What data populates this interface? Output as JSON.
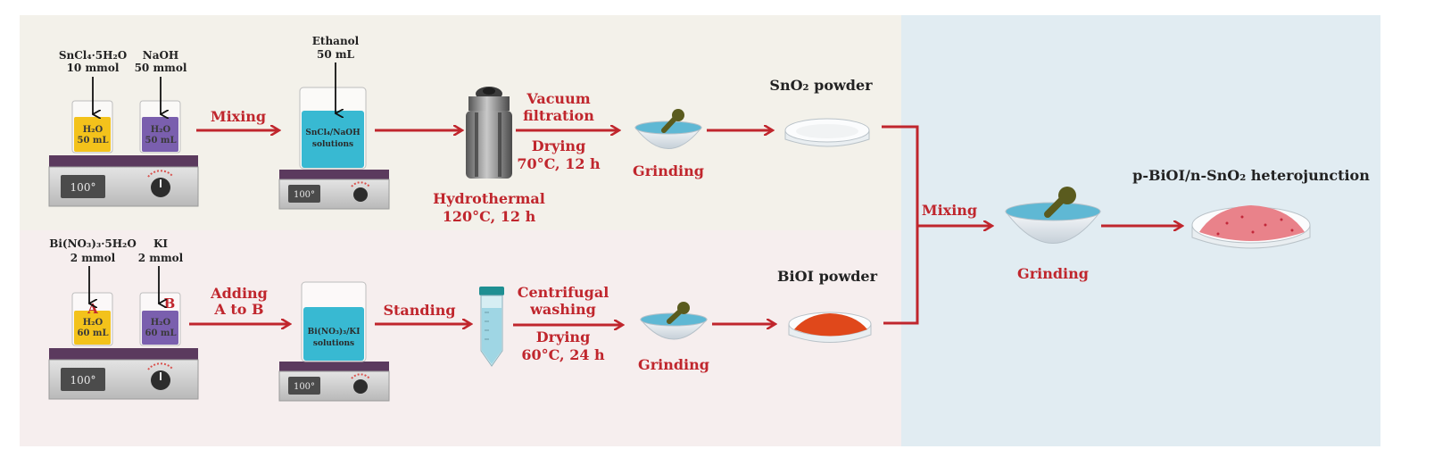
{
  "colors": {
    "arrow_red": "#c0262d",
    "top_panel_bg": "#f3f1ea",
    "bottom_panel_bg": "#f6eeee",
    "right_panel_bg": "#e1ecf2",
    "beaker_yellow": "#f3c21b",
    "beaker_purple": "#7a5fae",
    "beaker_cyan": "#38b9d2",
    "stirrer_top": "#5b3a5e",
    "stirrer_body": "#cfcfcf",
    "biOI_powder": "#e0481b",
    "heterojunction_powder": "#e9828a"
  },
  "top_row": {
    "reagent_1": {
      "name": "SnCl₄·5H₂O",
      "amount": "10 mmol",
      "liquid_name": "H₂O",
      "liquid_vol": "50 mL"
    },
    "reagent_2": {
      "name": "NaOH",
      "amount": "50 mmol",
      "liquid_name": "H₂O",
      "liquid_vol": "50 mL"
    },
    "stirrer_display": "100°",
    "step_mixing": "Mixing",
    "ethanol": {
      "name": "Ethanol",
      "amount": "50 mL"
    },
    "solution_beaker": {
      "line1": "SnCl₄/NaOH",
      "line2": "solutions"
    },
    "stirrer2_display": "100°",
    "autoclave": {
      "line1": "Hydrothermal",
      "line2": "120°C, 12 h"
    },
    "step_filtration": {
      "line1": "Vacuum",
      "line2": "filtration"
    },
    "step_drying": {
      "line1": "Drying",
      "line2": "70°C, 12 h"
    },
    "grinding_label": "Grinding",
    "product_label": "SnO₂ powder"
  },
  "bottom_row": {
    "reagent_1": {
      "name": "Bi(NO₃)₃·5H₂O",
      "amount": "2 mmol",
      "letter": "A",
      "liquid_name": "H₂O",
      "liquid_vol": "60 mL"
    },
    "reagent_2": {
      "name": "KI",
      "amount": "2 mmol",
      "letter": "B",
      "liquid_name": "H₂O",
      "liquid_vol": "60 mL"
    },
    "stirrer_display": "100°",
    "step_adding": {
      "line1": "Adding",
      "line2": "A to B"
    },
    "solution_beaker": {
      "line1": "Bi(NO₃)₃/KI",
      "line2": "solutions"
    },
    "stirrer2_display": "100°",
    "step_standing": "Standing",
    "step_washing": {
      "line1": "Centrifugal",
      "line2": "washing"
    },
    "step_drying": {
      "line1": "Drying",
      "line2": "60°C, 24 h"
    },
    "grinding_label": "Grinding",
    "product_label": "BiOI powder"
  },
  "right_panel": {
    "step_mixing": "Mixing",
    "grinding_label": "Grinding",
    "final_product_label": "p-BiOI/n-SnO₂ heterojunction"
  }
}
